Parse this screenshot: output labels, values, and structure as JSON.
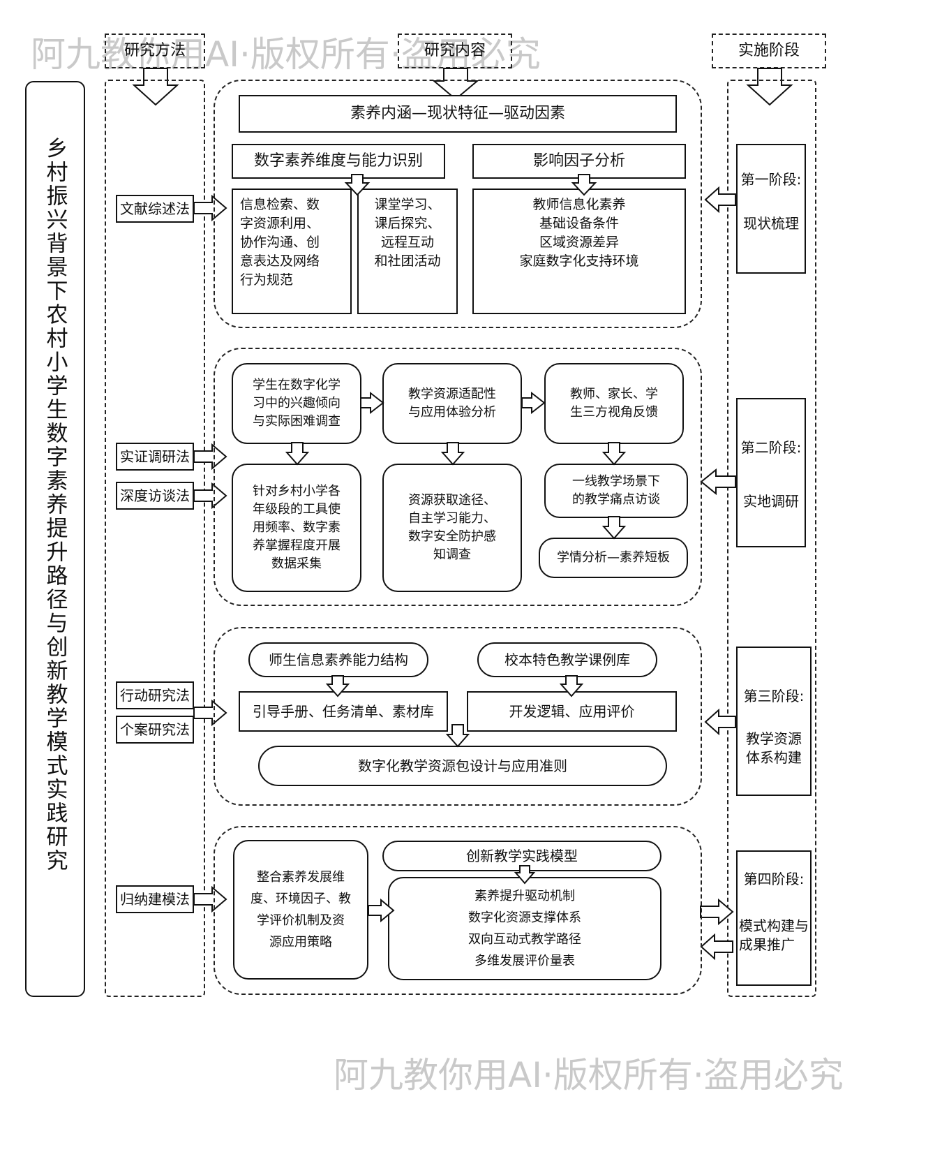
{
  "watermark": {
    "top": "阿九教你用AI·版权所有·盗用必究",
    "bottom": "阿九教你用AI·版权所有·盗用必究"
  },
  "headers": {
    "method": "研究方法",
    "content": "研究内容",
    "stage": "实施阶段"
  },
  "title": "乡村振兴背景下农村小学生数字素养提升路径与创新教学模式实践研究",
  "methods": [
    "文献综述法",
    "实证调研法",
    "深度访谈法",
    "行动研究法",
    "个案研究法",
    "归纳建模法"
  ],
  "stages": [
    {
      "label": "第一阶段:",
      "name": "现状梳理"
    },
    {
      "label": "第二阶段:",
      "name": "实地调研"
    },
    {
      "label": "第三阶段:",
      "name": "教学资源\n体系构建"
    },
    {
      "label": "第四阶段:",
      "name": "模式构建与\n成果推广"
    }
  ],
  "section1": {
    "top": "素养内涵—现状特征—驱动因素",
    "left_title": "数字素养维度与能力识别",
    "right_title": "影响因子分析",
    "box_a": "信息检索、数\n字资源利用、\n协作沟通、创\n意表达及网络\n行为规范",
    "box_b": "课堂学习、\n课后探究、\n远程互动\n和社团活动",
    "box_c": "教师信息化素养\n基础设备条件\n区域资源差异\n家庭数字化支持环境"
  },
  "section2": {
    "a1": "学生在数字化学\n习中的兴趣倾向\n与实际困难调查",
    "a2": "针对乡村小学各\n年级段的工具使\n用频率、数字素\n养掌握程度开展\n数据采集",
    "b1": "教学资源适配性\n与应用体验分析",
    "b2": "资源获取途径、\n自主学习能力、\n数字安全防护感\n知调查",
    "c1": "教师、家长、学\n生三方视角反馈",
    "c2": "一线教学场景下\n的教学痛点访谈",
    "c3": "学情分析—素养短板"
  },
  "section3": {
    "a1": "师生信息素养能力结构",
    "b1": "校本特色教学课例库",
    "a2": "引导手册、任务清单、素材库",
    "b2": "开发逻辑、应用评价",
    "bottom": "数字化教学资源包设计与应用准则"
  },
  "section4": {
    "left": "整合素养发展维\n度、环境因子、教\n学评价机制及资\n源应用策略",
    "model_title": "创新教学实践模型",
    "model_body": "素养提升驱动机制\n数字化资源支撑体系\n双向互动式教学路径\n多维发展评价量表"
  }
}
